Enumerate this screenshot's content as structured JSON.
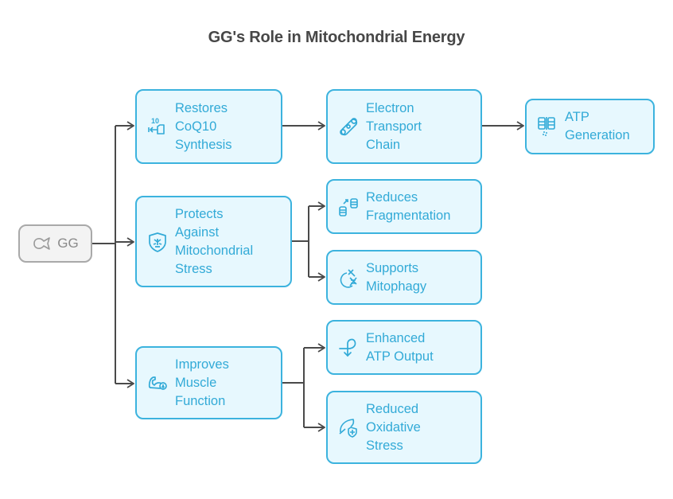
{
  "title": "GG's Role in Mitochondrial Energy",
  "colors": {
    "node_fill": "#e7f8fe",
    "node_border": "#3cb3de",
    "node_text": "#32aad7",
    "root_fill": "#f3f3f3",
    "root_border": "#a9a9a9",
    "root_text": "#8a8a8a",
    "connector": "#4a4a4a",
    "title": "#474747"
  },
  "root": {
    "label": "GG",
    "icon": "fish-icon"
  },
  "branches": [
    {
      "label": "Restores\nCoQ10\nSynthesis",
      "icon": "coq10-return-icon",
      "children": [
        {
          "label": "Electron\nTransport\nChain",
          "icon": "chain-link-icon",
          "children": [
            {
              "label": "ATP\nGeneration",
              "icon": "battery-cells-icon"
            }
          ]
        }
      ]
    },
    {
      "label": "Protects\nAgainst\nMitochondrial\nStress",
      "icon": "shield-cell-icon",
      "children": [
        {
          "label": "Reduces\nFragmentation",
          "icon": "fragments-icon"
        },
        {
          "label": "Supports\nMitophagy",
          "icon": "dna-cell-icon"
        }
      ]
    },
    {
      "label": "Improves\nMuscle\nFunction",
      "icon": "flexed-arm-icon",
      "children": [
        {
          "label": "Enhanced\nATP Output",
          "icon": "loop-arrow-icon"
        },
        {
          "label": "Reduced\nOxidative\nStress",
          "icon": "leaf-shield-plus-icon"
        }
      ]
    }
  ]
}
